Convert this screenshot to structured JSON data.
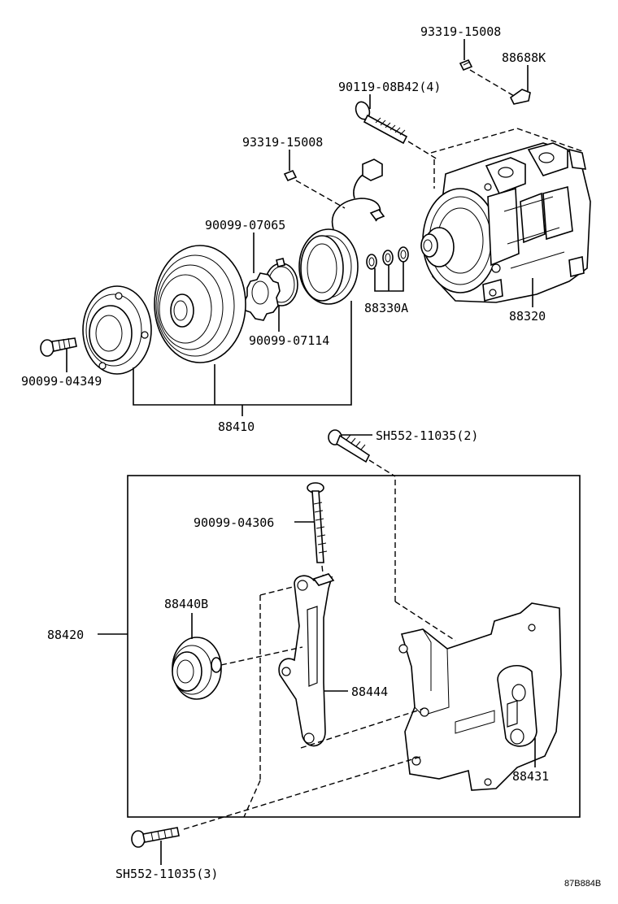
{
  "diagram_code": "87B884B",
  "labels": {
    "p93319_top": "93319-15008",
    "p88688k": "88688K",
    "p90119": "90119-08B42(4)",
    "p93319_mid": "93319-15008",
    "p90099_07065": "90099-07065",
    "p90099_07114": "90099-07114",
    "p88330a": "88330A",
    "p88320": "88320",
    "p90099_04349": "90099-04349",
    "p88410": "88410",
    "p_sh552_2": "SH552-11035(2)",
    "p90099_04306": "90099-04306",
    "p88440b": "88440B",
    "p88420": "88420",
    "p88444": "88444",
    "p88431": "88431",
    "p_sh552_3": "SH552-11035(3)"
  }
}
